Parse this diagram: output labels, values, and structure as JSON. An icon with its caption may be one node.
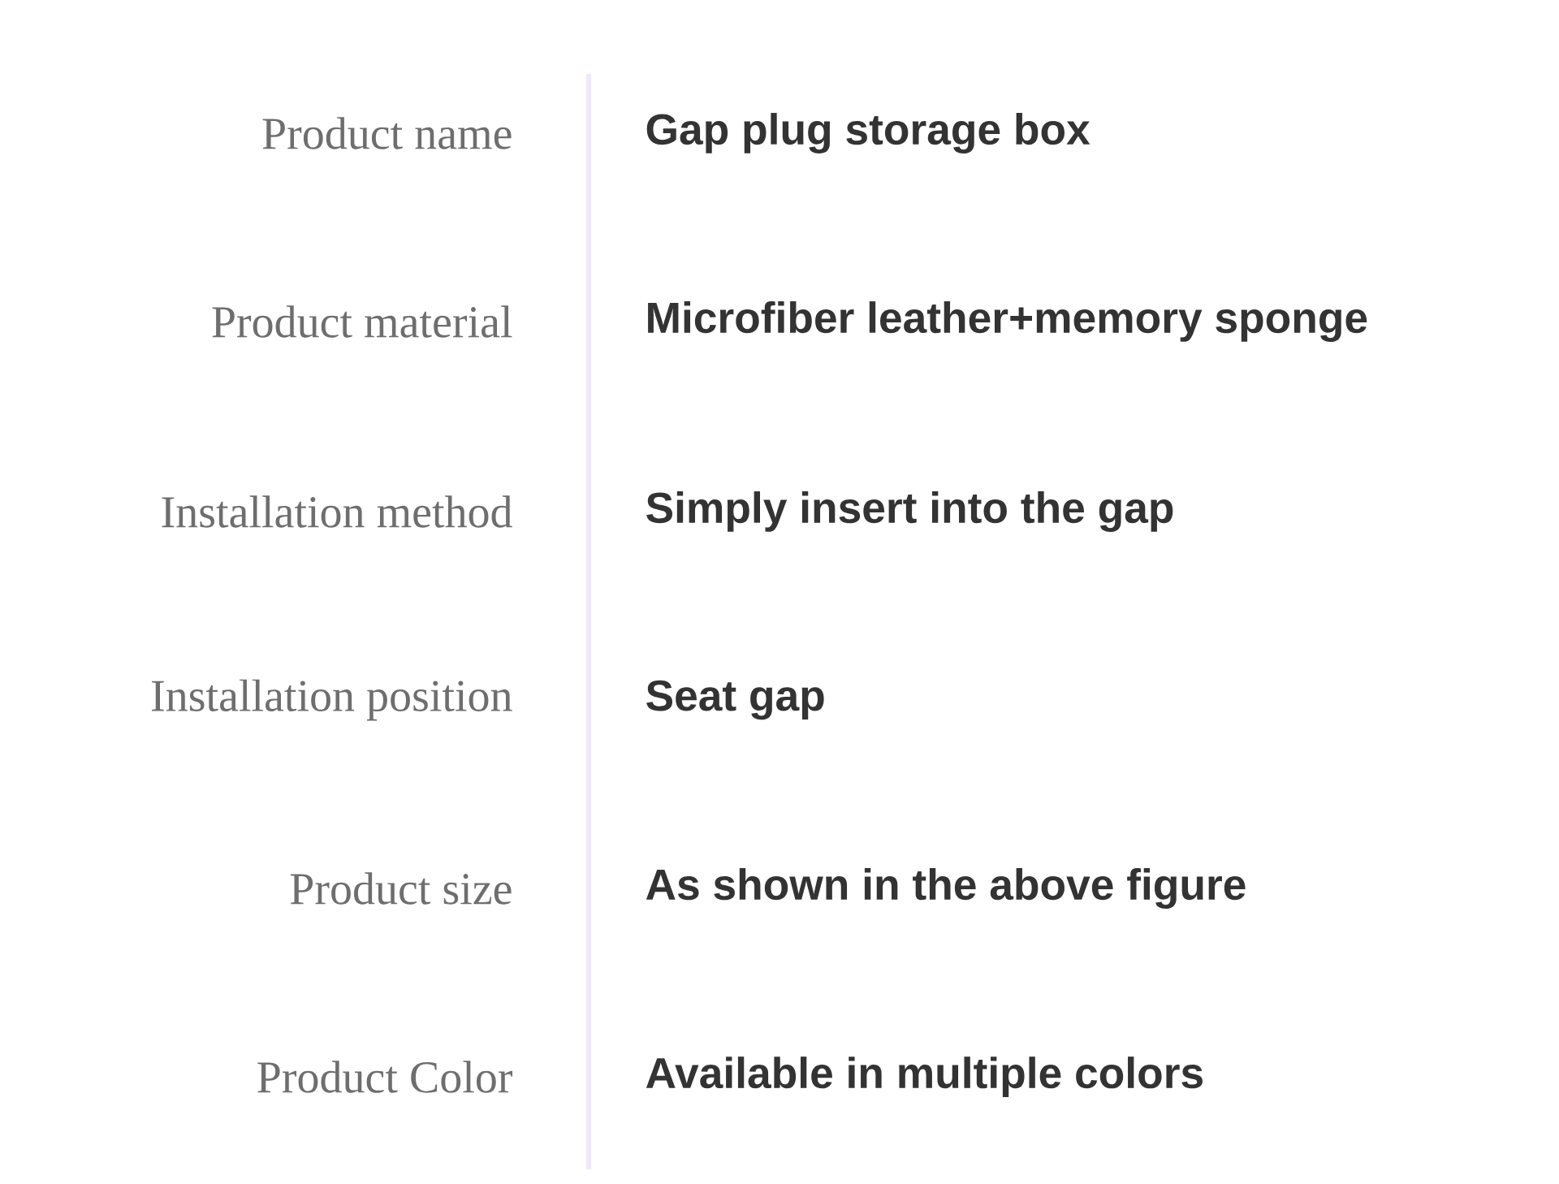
{
  "diagram": {
    "labels": [
      "Product name",
      "Gap plug storage box",
      "Product material",
      "Microfiber leather+memory sponge",
      "Installation method",
      "Simply insert into the gap",
      "Installation position",
      "Seat gap",
      "Product size",
      "As shown in the above figure",
      "Product Color",
      "Available in multiple colors"
    ]
  }
}
